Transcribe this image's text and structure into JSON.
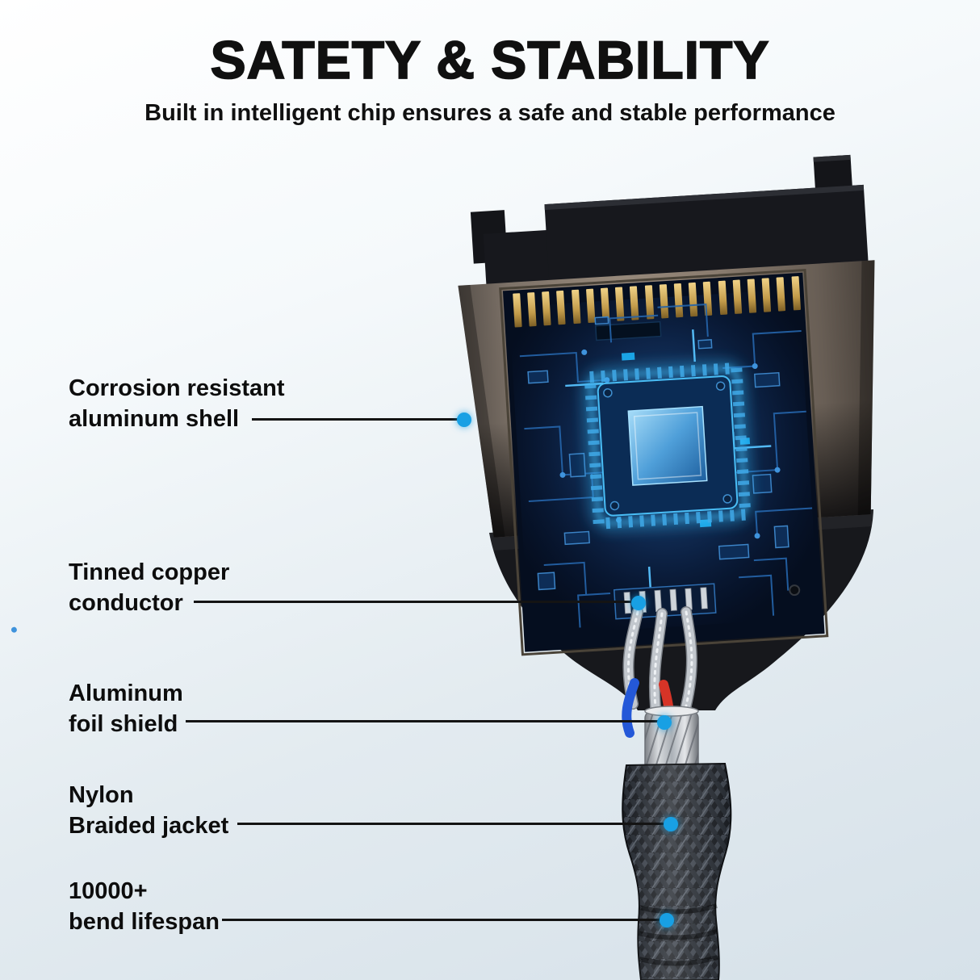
{
  "header": {
    "title": "SATETY & STABILITY",
    "subtitle": "Built in intelligent chip ensures a safe and stable performance"
  },
  "callouts": [
    {
      "id": "aluminum-shell",
      "line1": "Corrosion resistant",
      "line2": "aluminum shell"
    },
    {
      "id": "copper-conductor",
      "line1": "Tinned copper",
      "line2": "conductor"
    },
    {
      "id": "foil-shield",
      "line1": "Aluminum",
      "line2": "foil shield"
    },
    {
      "id": "braided-jacket",
      "line1": "Nylon",
      "line2": "Braided jacket"
    },
    {
      "id": "bend-lifespan",
      "line1": "10000+",
      "line2": "bend lifespan"
    }
  ],
  "colors": {
    "accent_blue": "#18a0e4",
    "callout_line": "#141414",
    "chip_glow": "#35c1ff",
    "text": "#101010"
  }
}
